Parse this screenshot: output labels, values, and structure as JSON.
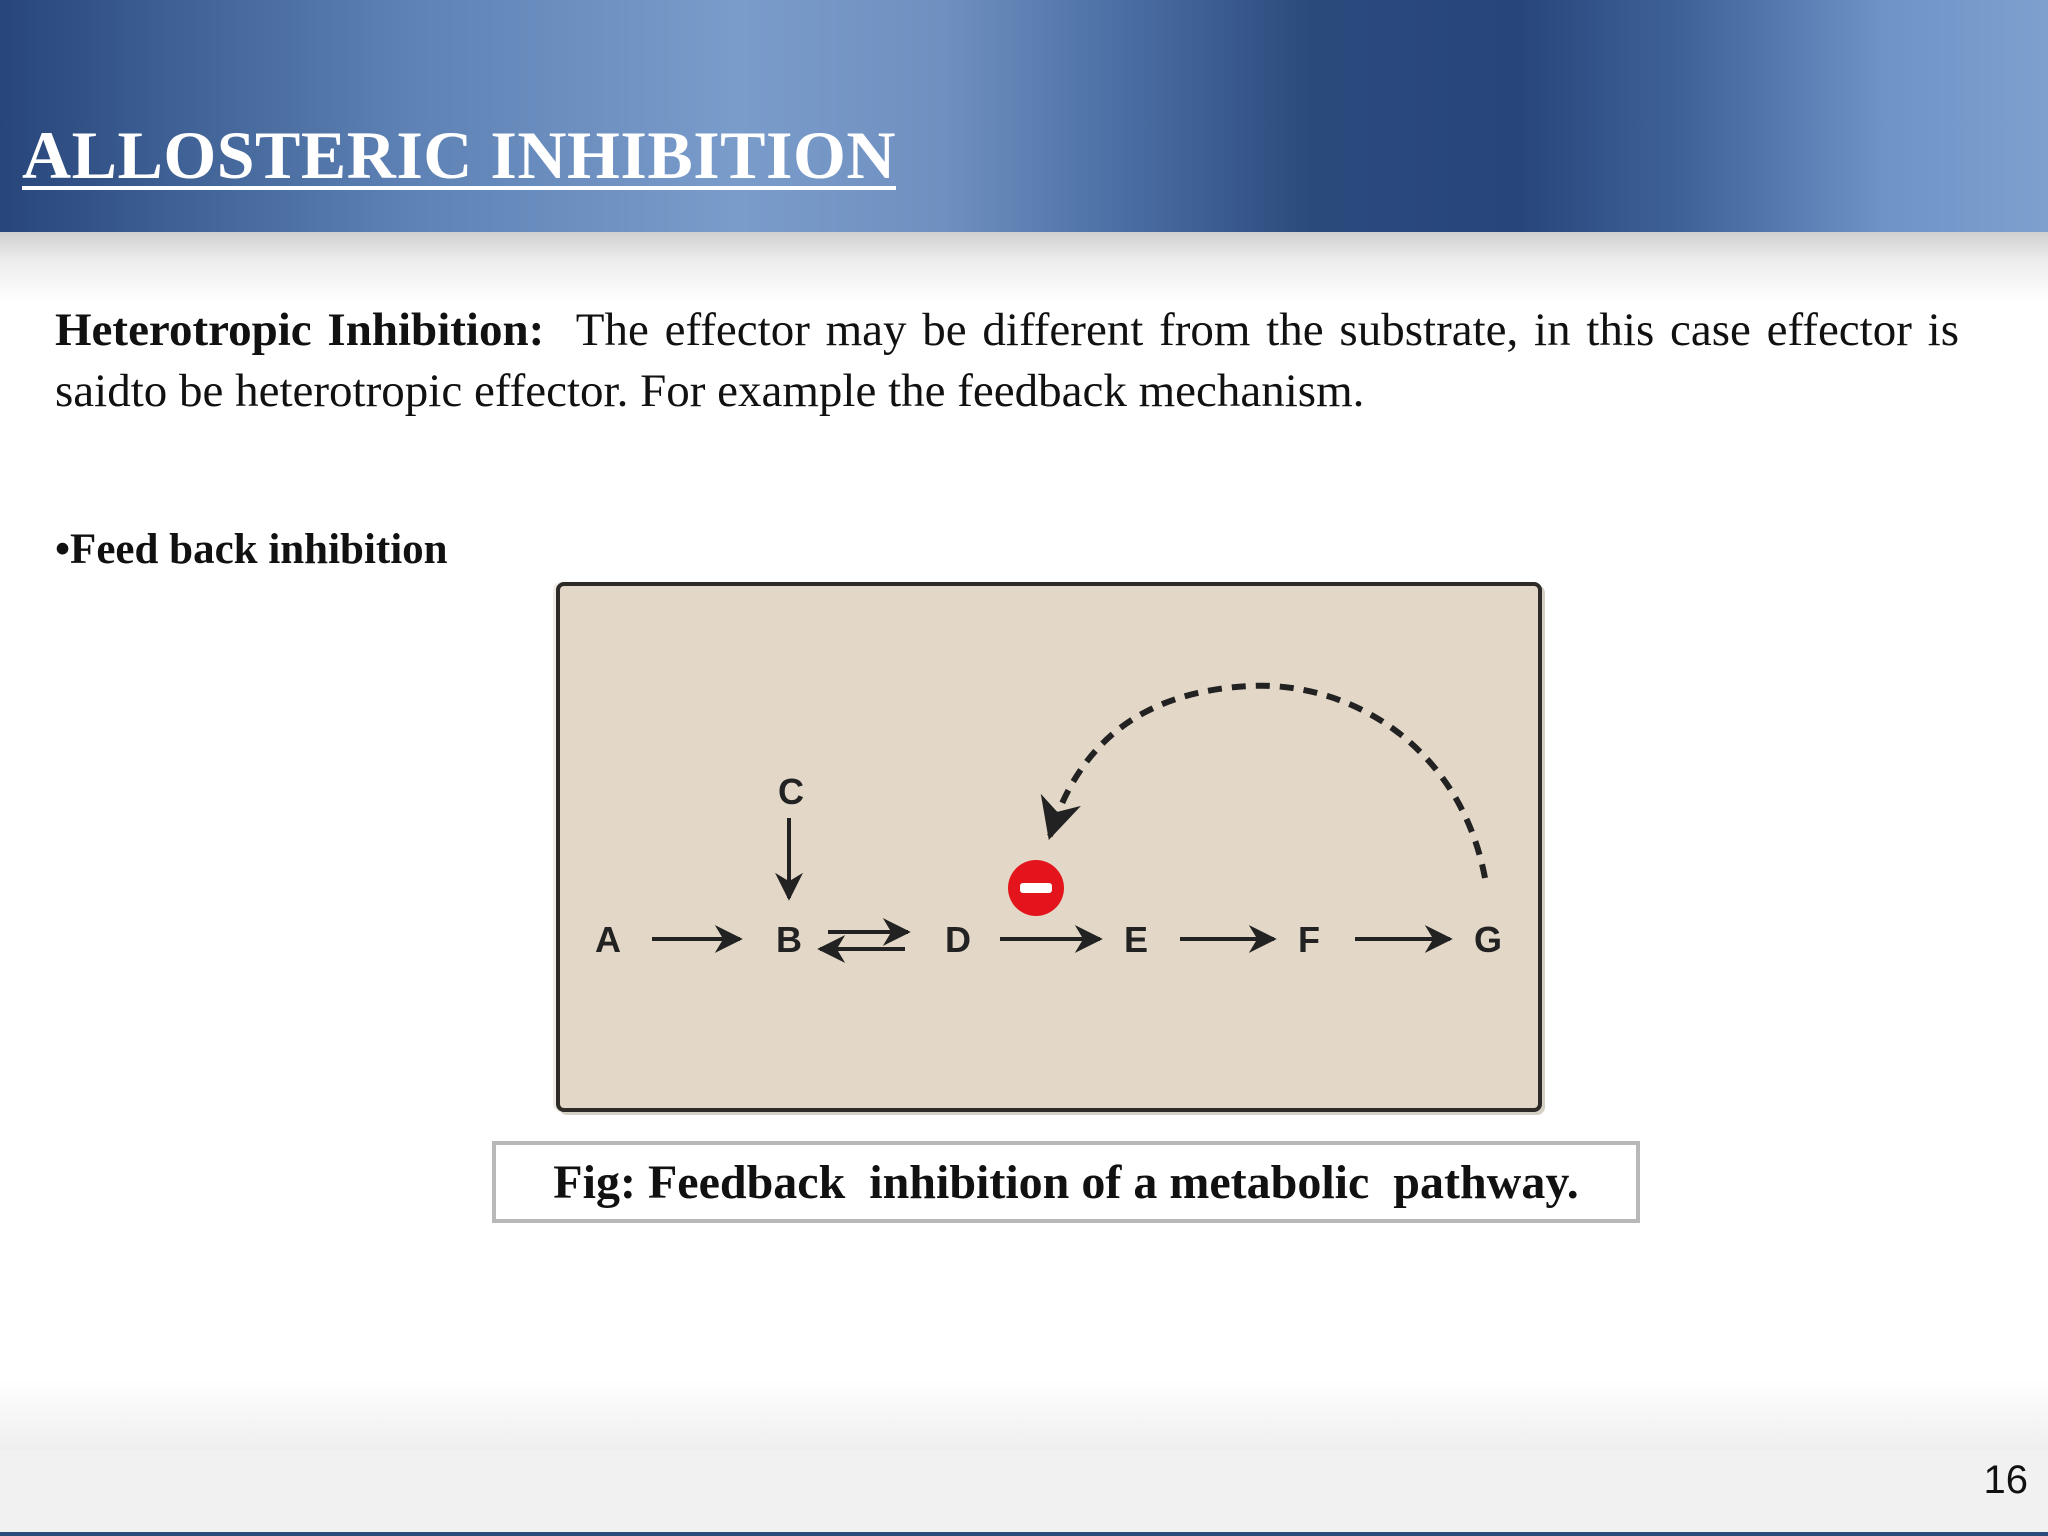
{
  "slide": {
    "title": "ALLOSTERIC INHIBITION",
    "paragraph_term": "Heterotropic Inhibition:",
    "paragraph_text": "The effector may be different from the substrate, in this case effector is saidto be heterotropic effector. For example the feedback mechanism.",
    "bullet": "•Feed back inhibition",
    "caption": "Fig: Feedback  inhibition of a metabolic  pathway.",
    "page_number": "16"
  },
  "diagram": {
    "nodes": {
      "a": "A",
      "b": "B",
      "c": "C",
      "d": "D",
      "e": "E",
      "f": "F",
      "g": "G"
    },
    "inhibition_symbol_color": "#e3141b",
    "background_color": "#e3d8c8"
  }
}
